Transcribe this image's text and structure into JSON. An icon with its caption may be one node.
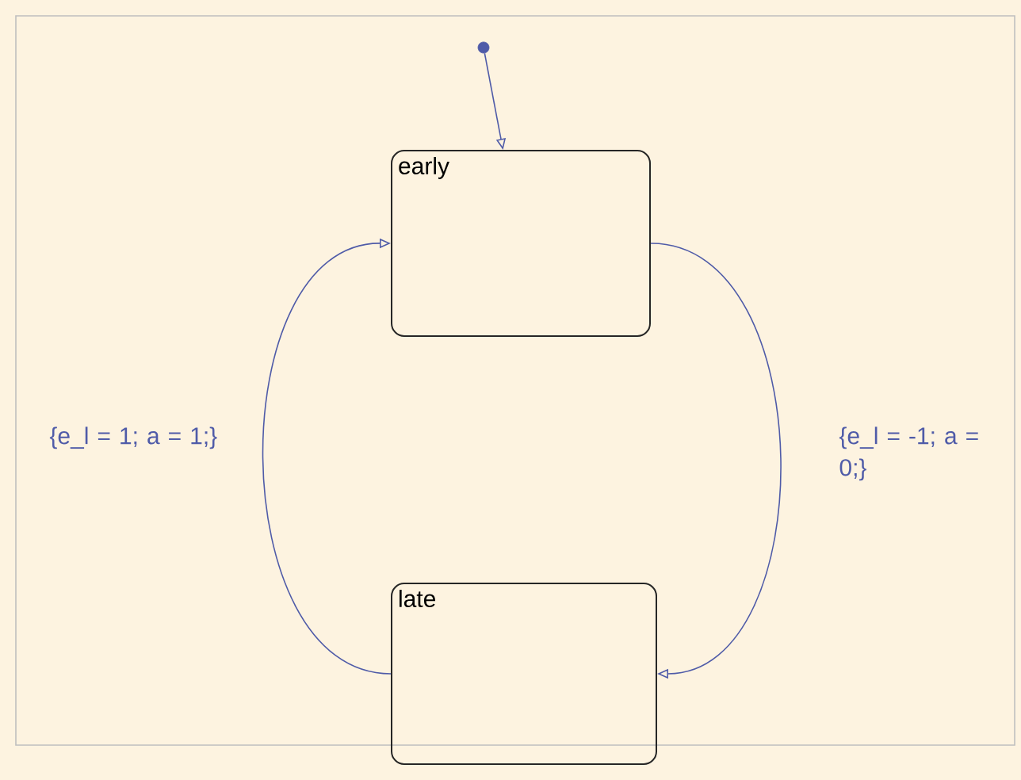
{
  "diagram": {
    "nodes": [
      {
        "text": [],
        "shape": "circle"
      },
      {
        "text": [
          "early"
        ]
      },
      {
        "text": [
          "late"
        ]
      }
    ],
    "edges": [
      {
        "from": 0,
        "to": 1,
        "arrow": "to"
      },
      {
        "from": 1,
        "to": 2,
        "arrow": "to",
        "label": "{e_l = -1; a = 0;}"
      },
      {
        "from": 2,
        "to": 1,
        "arrow": "to",
        "label": "{e_l = 1; a = 1;}"
      }
    ]
  }
}
